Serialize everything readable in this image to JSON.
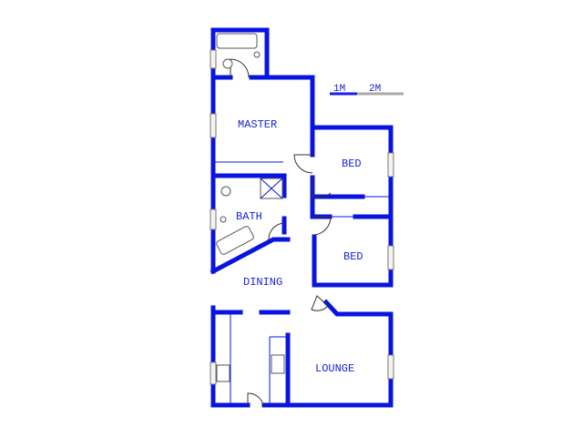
{
  "rooms": {
    "master": "MASTER",
    "bed_1": "BED",
    "bed_2": "BED",
    "bath": "BATH",
    "dining": "DINING",
    "lounge": "LOUNGE"
  },
  "scale": {
    "label_1": "1M",
    "label_2": "2M"
  },
  "colors": {
    "wall": "#0a14e0",
    "label": "#1a22d6"
  }
}
